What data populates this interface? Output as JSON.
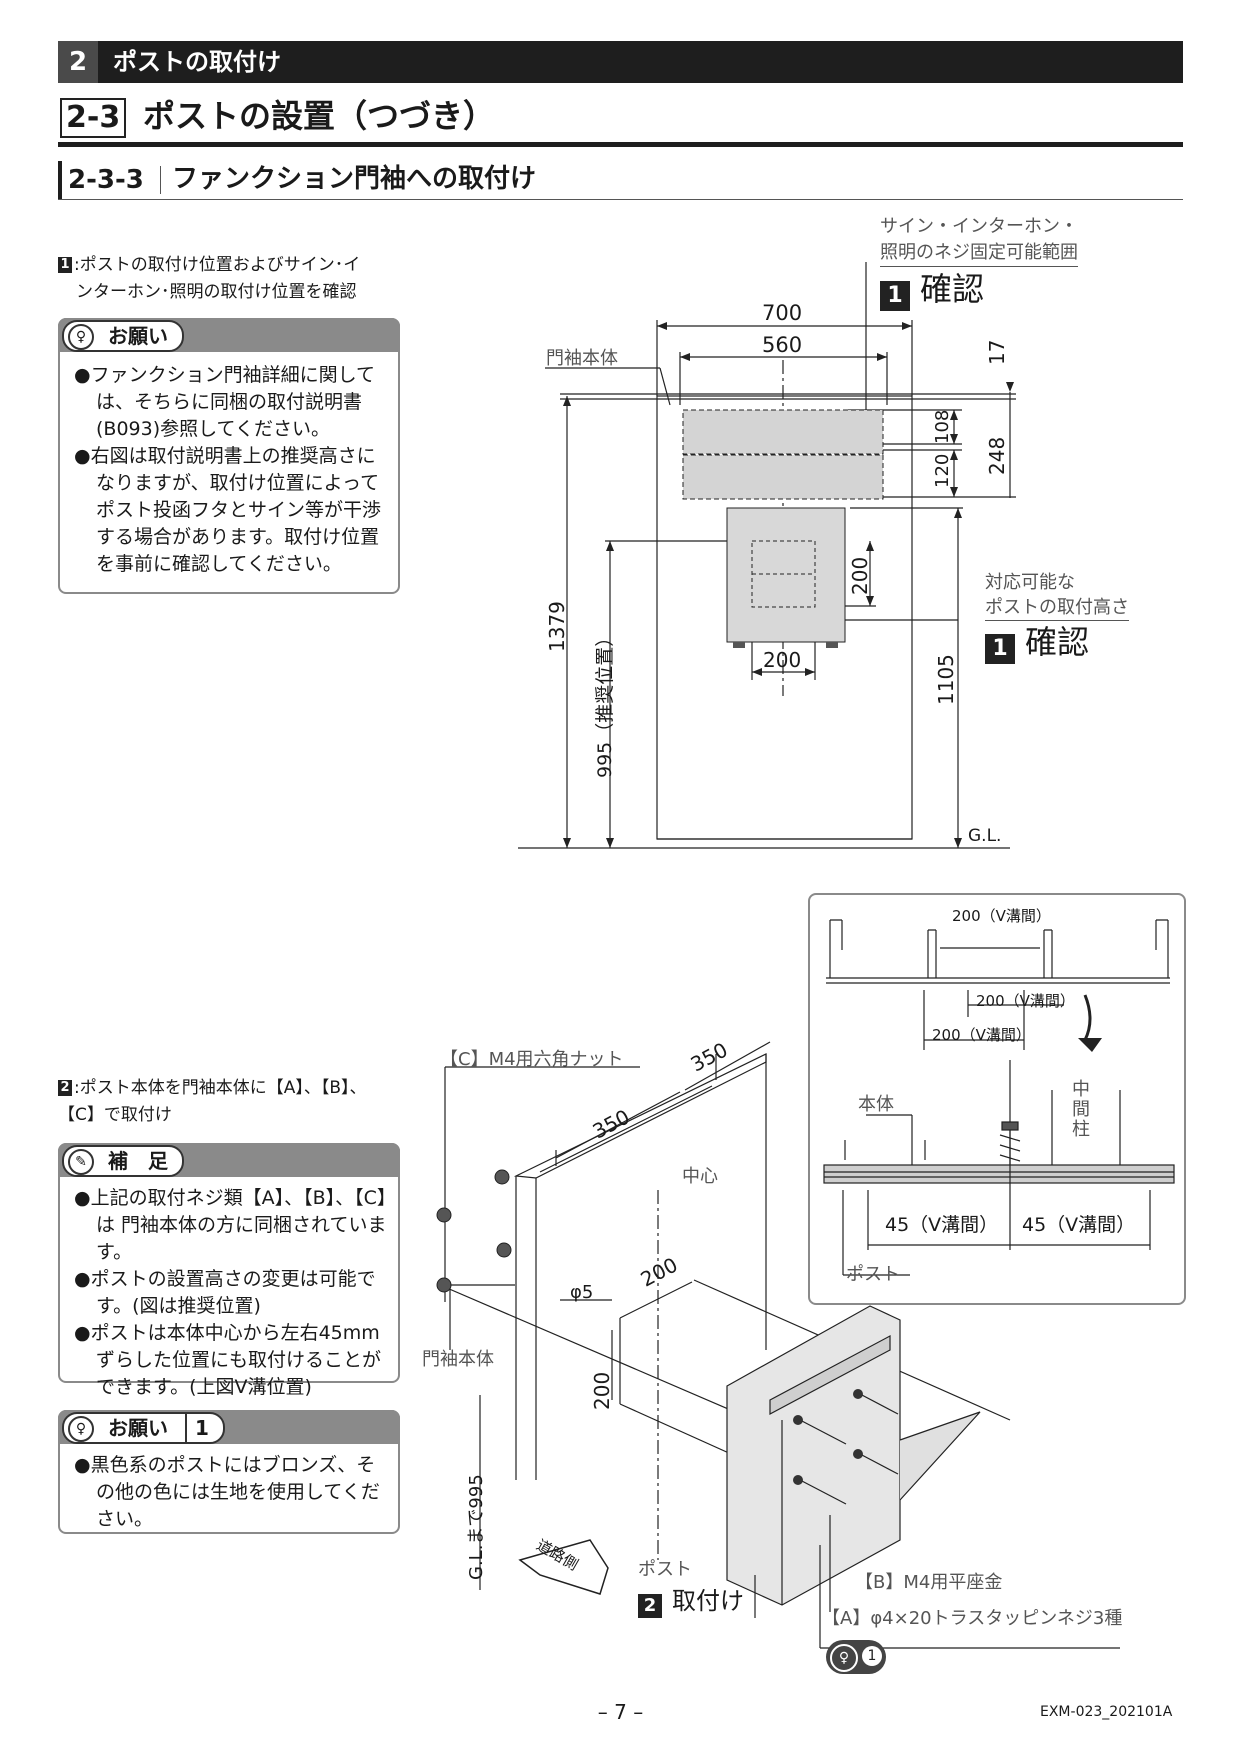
{
  "section": {
    "number": "2",
    "title": "ポストの取付け"
  },
  "subsection": {
    "number": "2-3",
    "title": "ポストの設置（つづき）"
  },
  "subsubsection": {
    "number": "2-3-3",
    "title": "ファンクション門袖への取付け"
  },
  "step1": {
    "num": "1",
    "text_line1": ":ポストの取付け位置およびサイン･イ",
    "text_line2": "ンターホン･照明の取付け位置を確認"
  },
  "note1": {
    "title": "お願い",
    "bullets": [
      "●ファンクション門袖詳細に関して は、そちらに同梱の取付説明書 (B093)参照してください。",
      "●右図は取付説明書上の推奨高さに なりますが、取付け位置によって ポスト投函フタとサイン等が干渉 する場合があります。取付け位置 を事前に確認してください。"
    ]
  },
  "step2": {
    "num": "2",
    "text_line1": ":ポスト本体を門袖本体に【A】、【B】、",
    "text_line2": "【C】で取付け"
  },
  "note2": {
    "title": "補　足",
    "bullets": [
      "●上記の取付ネジ類【A】、【B】、【C】は 門袖本体の方に同梱されています。",
      "●ポストの設置高さの変更は可能で す。(図は推奨位置)",
      "●ポストは本体中心から左右45mm ずらした位置にも取付けることが できます。(上図V溝位置)"
    ]
  },
  "note3": {
    "title": "お願い",
    "badge": "1",
    "bullets": [
      "●黒色系のポストにはブロンズ、そ の他の色には生地を使用してくだ さい。"
    ]
  },
  "diagram1": {
    "sign_range_line1": "サイン・インターホン・",
    "sign_range_line2": "照明のネジ固定可能範囲",
    "check_label": "確認",
    "check_num": "1",
    "monsode_label": "門袖本体",
    "dim_700": "700",
    "dim_560": "560",
    "dim_17": "17",
    "dim_108": "108",
    "dim_248": "248",
    "dim_120": "120",
    "dim_200a": "200",
    "dim_200b": "200",
    "dim_1379": "1379",
    "dim_995": "995（推奨位置）",
    "dim_1105": "1105",
    "height_line1": "対応可能な",
    "height_line2": "ポストの取付高さ",
    "gl": "G.L."
  },
  "diagram2": {
    "nut_label": "【C】M4用六角ナット",
    "dim_350a": "350",
    "dim_350b": "350",
    "center_label": "中心",
    "phi5": "φ5",
    "dim_200a": "200",
    "dim_200b": "200",
    "monsode_label": "門袖本体",
    "gl_995": "G.L.まで995",
    "road_side": "道路側",
    "post_label": "ポスト",
    "attach_num": "2",
    "attach_label": "取付け",
    "washer_label": "【B】M4用平座金",
    "screw_label": "【A】φ4×20トラスタッピンネジ3種",
    "badge": "1"
  },
  "inset": {
    "v200a": "200（V溝間）",
    "v200b": "200（V溝間）",
    "v200c": "200（V溝間）",
    "body_label": "本体",
    "middle_pillar": "中間柱",
    "v45a": "45（V溝間）",
    "v45b": "45（V溝間）",
    "post_label": "ポスト"
  },
  "footer": {
    "page": "– 7 –",
    "code": "EXM-023_202101A"
  }
}
